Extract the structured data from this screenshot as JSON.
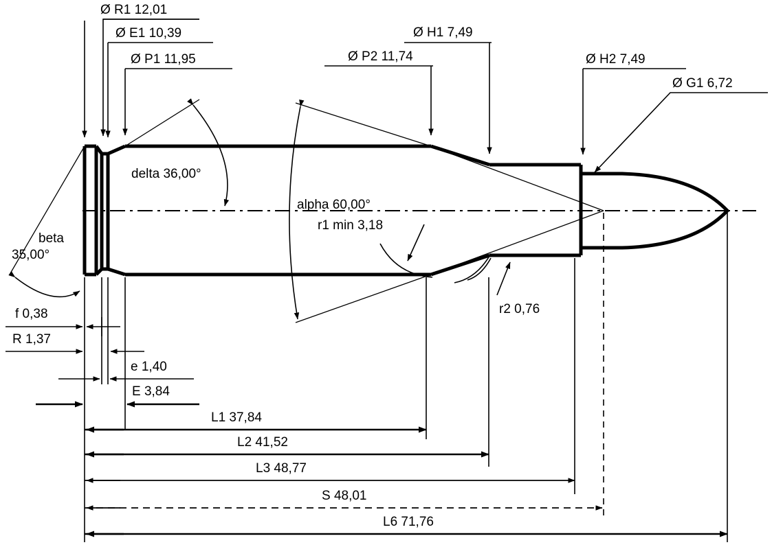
{
  "drawing": {
    "type": "engineering-dimension-drawing",
    "subject": "cartridge-case-and-bullet-cross-section",
    "units": "mm",
    "decimal_separator": ",",
    "diameter_symbol": "Ø",
    "degree_symbol": "°"
  },
  "diameter_labels": [
    {
      "id": "R1",
      "prefix": "Ø",
      "name": "R1",
      "value": "12,01",
      "text": "Ø R1  12,01"
    },
    {
      "id": "E1",
      "prefix": "Ø",
      "name": "E1",
      "value": "10,39",
      "text": "Ø E1  10,39"
    },
    {
      "id": "P1",
      "prefix": "Ø",
      "name": "P1",
      "value": "11,95",
      "text": "Ø P1  11,95"
    },
    {
      "id": "P2",
      "prefix": "Ø",
      "name": "P2",
      "value": "11,74",
      "text": "Ø P2  11,74"
    },
    {
      "id": "H1",
      "prefix": "Ø",
      "name": "H1",
      "value": "7,49",
      "text": "Ø H1  7,49"
    },
    {
      "id": "H2",
      "prefix": "Ø",
      "name": "H2",
      "value": "7,49",
      "text": "Ø H2 7,49"
    },
    {
      "id": "G1",
      "prefix": "Ø",
      "name": "G1",
      "value": "6,72",
      "text": "Ø G1 6,72"
    }
  ],
  "angle_labels": [
    {
      "id": "delta",
      "name": "delta",
      "value": "36,00°",
      "text": "delta  36,00°"
    },
    {
      "id": "alpha",
      "name": "alpha",
      "value": "60,00°",
      "text": "alpha   60,00°"
    },
    {
      "id": "beta",
      "name": "beta",
      "value": "35,00°",
      "line1": "beta",
      "line2": "35,00°"
    }
  ],
  "radius_labels": [
    {
      "id": "r1",
      "name": "r1 min",
      "value": "3,18",
      "text": "r1 min  3,18"
    },
    {
      "id": "r2",
      "name": "r2",
      "value": "0,76",
      "text": "r2  0,76"
    }
  ],
  "linear_labels": [
    {
      "id": "f",
      "name": "f",
      "value": "0,38",
      "text": "f  0,38"
    },
    {
      "id": "R",
      "name": "R",
      "value": "1,37",
      "text": "R  1,37"
    },
    {
      "id": "e",
      "name": "e",
      "value": "1,40",
      "text": "e  1,40"
    },
    {
      "id": "E",
      "name": "E",
      "value": "3,84",
      "text": "E  3,84"
    },
    {
      "id": "L1",
      "name": "L1",
      "value": "37,84",
      "text": "L1  37,84"
    },
    {
      "id": "L2",
      "name": "L2",
      "value": "41,52",
      "text": "L2  41,52"
    },
    {
      "id": "L3",
      "name": "L3",
      "value": "48,77",
      "text": "L3  48,77"
    },
    {
      "id": "S",
      "name": "S",
      "value": "48,01",
      "text": "S 48,01"
    },
    {
      "id": "L6",
      "name": "L6",
      "value": "71,76",
      "text": "L6 71,76"
    }
  ],
  "colors": {
    "ink": "#000000",
    "paper": "#ffffff"
  }
}
